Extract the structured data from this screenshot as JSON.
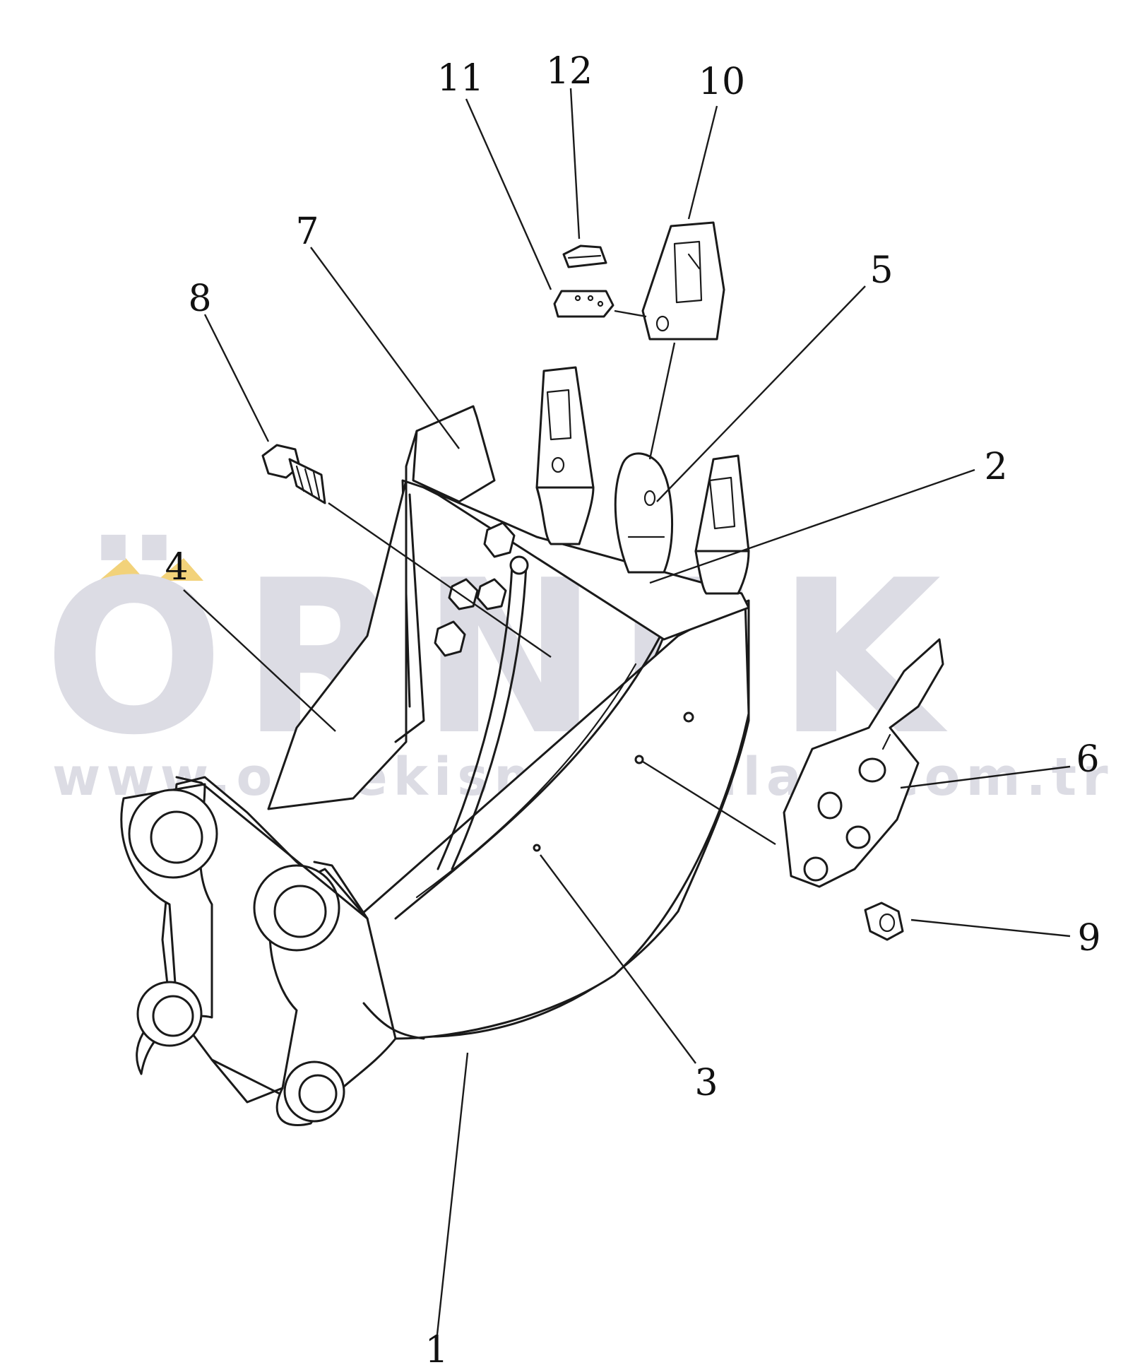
{
  "watermark": {
    "brand": "ÖRNEK",
    "url": "www.ornekismakinalari.com.tr",
    "accent_color": "#f2d27a",
    "text_color": "#dcdce4"
  },
  "callouts": {
    "c1": "1",
    "c2": "2",
    "c3": "3",
    "c4": "4",
    "c5": "5",
    "c6": "6",
    "c7": "7",
    "c8": "8",
    "c9": "9",
    "c10": "10",
    "c11": "11",
    "c12": "12"
  }
}
